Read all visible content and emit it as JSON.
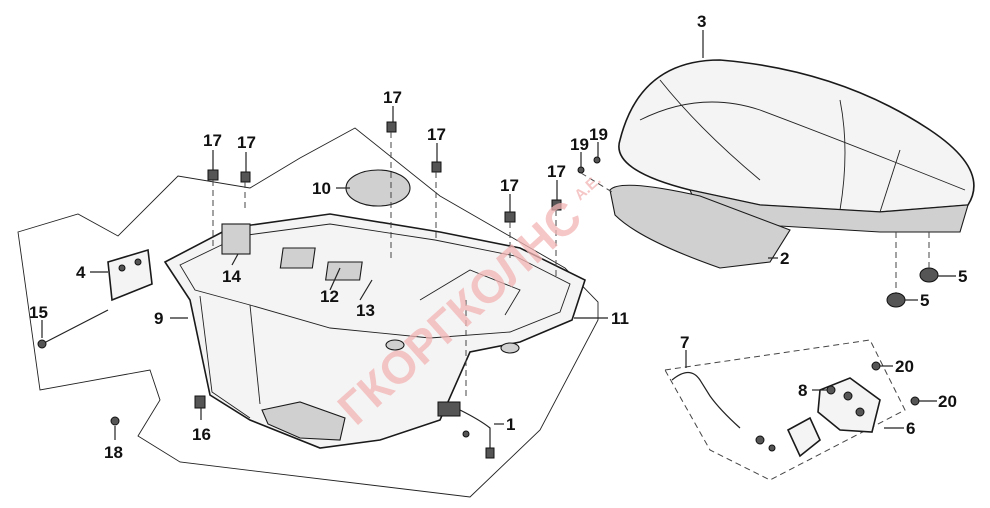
{
  "watermark": {
    "brand": "ГКОРГКОЛНС",
    "suffix": "A.E."
  },
  "callouts": {
    "c1": "1",
    "c2": "2",
    "c3": "3",
    "c4": "4",
    "c5a": "5",
    "c5b": "5",
    "c6": "6",
    "c7": "7",
    "c8": "8",
    "c9": "9",
    "c10": "10",
    "c11": "11",
    "c12": "12",
    "c13": "13",
    "c14": "14",
    "c15": "15",
    "c16": "16",
    "c17a": "17",
    "c17b": "17",
    "c17c": "17",
    "c17d": "17",
    "c17e": "17",
    "c17f": "17",
    "c18": "18",
    "c19a": "19",
    "c19b": "19",
    "c20a": "20",
    "c20b": "20"
  }
}
